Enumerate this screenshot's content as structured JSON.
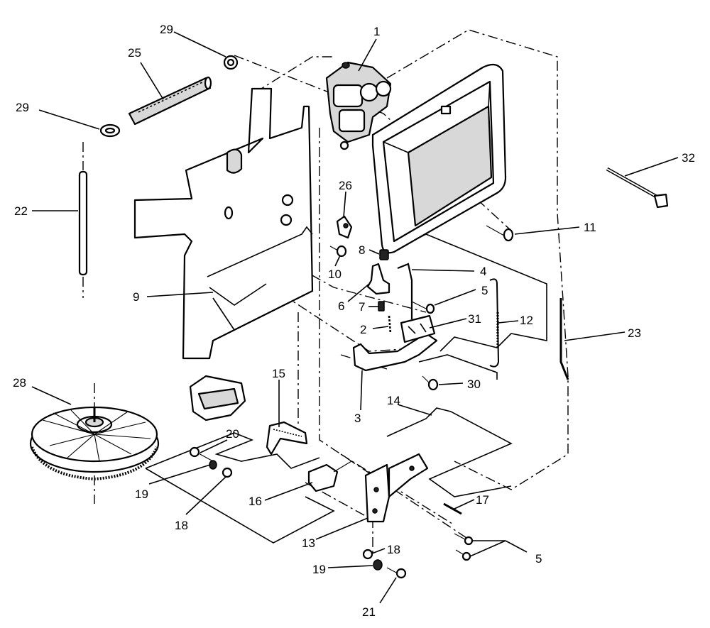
{
  "callouts": [
    {
      "id": "c1",
      "text": "1"
    },
    {
      "id": "c2",
      "text": "2"
    },
    {
      "id": "c3",
      "text": "3"
    },
    {
      "id": "c4",
      "text": "4"
    },
    {
      "id": "c5a",
      "text": "5"
    },
    {
      "id": "c5b",
      "text": "5"
    },
    {
      "id": "c6",
      "text": "6"
    },
    {
      "id": "c7",
      "text": "7"
    },
    {
      "id": "c8",
      "text": "8"
    },
    {
      "id": "c9",
      "text": "9"
    },
    {
      "id": "c10",
      "text": "10"
    },
    {
      "id": "c11",
      "text": "11"
    },
    {
      "id": "c12",
      "text": "12"
    },
    {
      "id": "c13",
      "text": "13"
    },
    {
      "id": "c14",
      "text": "14"
    },
    {
      "id": "c15",
      "text": "15"
    },
    {
      "id": "c16",
      "text": "16"
    },
    {
      "id": "c17",
      "text": "17"
    },
    {
      "id": "c18a",
      "text": "18"
    },
    {
      "id": "c18b",
      "text": "18"
    },
    {
      "id": "c19a",
      "text": "19"
    },
    {
      "id": "c19b",
      "text": "19"
    },
    {
      "id": "c20",
      "text": "20"
    },
    {
      "id": "c21",
      "text": "21"
    },
    {
      "id": "c22",
      "text": "22"
    },
    {
      "id": "c23",
      "text": "23"
    },
    {
      "id": "c25",
      "text": "25"
    },
    {
      "id": "c26",
      "text": "26"
    },
    {
      "id": "c28",
      "text": "28"
    },
    {
      "id": "c29a",
      "text": "29"
    },
    {
      "id": "c29b",
      "text": "29"
    },
    {
      "id": "c30",
      "text": "30"
    },
    {
      "id": "c31",
      "text": "31"
    },
    {
      "id": "c32",
      "text": "32"
    }
  ]
}
